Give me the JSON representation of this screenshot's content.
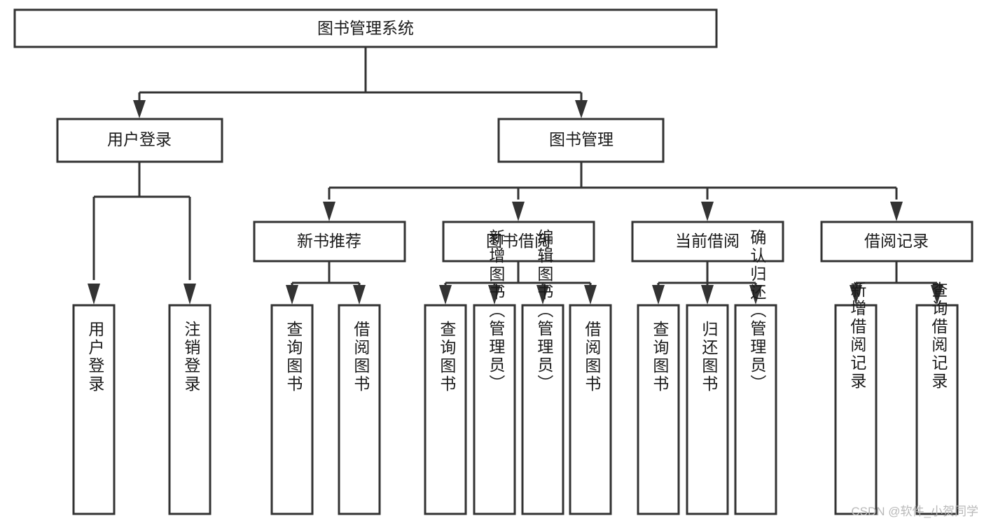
{
  "diagram": {
    "title": "图书管理系统",
    "type": "tree-hierarchy-diagram",
    "colors": {
      "box_stroke": "#333333",
      "box_fill": "#ffffff",
      "text": "#1a1a1a",
      "background": "#ffffff",
      "watermark": "#b9b9b9"
    },
    "root": {
      "label": "图书管理系统"
    },
    "level2": [
      {
        "label": "用户登录"
      },
      {
        "label": "图书管理"
      }
    ],
    "level3": [
      {
        "label": "新书推荐"
      },
      {
        "label": "图书借阅"
      },
      {
        "label": "当前借阅"
      },
      {
        "label": "借阅记录"
      }
    ],
    "leaves": {
      "user_login": [
        {
          "label": "用户登录"
        },
        {
          "label": "注销登录"
        }
      ],
      "new_book_recommend": [
        {
          "label": "查询图书"
        },
        {
          "label": "借阅图书"
        }
      ],
      "book_borrow": [
        {
          "label": "查询图书"
        },
        {
          "label": "新增图书（管理员）"
        },
        {
          "label": "编辑图书（管理员）"
        },
        {
          "label": "借阅图书"
        }
      ],
      "current_borrow": [
        {
          "label": "查询图书"
        },
        {
          "label": "归还图书"
        },
        {
          "label": "确认归还（管理员）"
        }
      ],
      "borrow_records": [
        {
          "label": "新增借阅记录"
        },
        {
          "label": "查询借阅记录"
        }
      ]
    }
  },
  "watermark": {
    "text": "CSDN @软件_小贺同学"
  }
}
